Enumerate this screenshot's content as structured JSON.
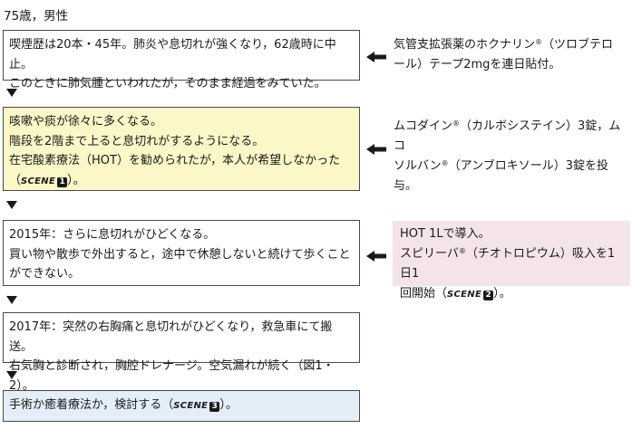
{
  "header": "75歳，男性",
  "boxes": [
    {
      "lines": [
        "喫煙歴は20本・45年。肺炎や息切れが強くなり，62歳時に中止。",
        "このときに肺気腫といわれたが，そのまま経過をみていた。"
      ]
    },
    {
      "lines": [
        "咳嗽や痰が徐々に多くなる。",
        "階段を2階まで上ると息切れがするようになる。",
        "在宅酸素療法（HOT）を勧められたが，本人が希望しなかった"
      ],
      "scene_open": "（",
      "scene_label": "SCENE",
      "scene_num": "1",
      "scene_close": "）。"
    },
    {
      "lines": [
        "2015年：さらに息切れがひどくなる。",
        "買い物や散歩で外出すると，途中で休憩しないと続けて歩くこと",
        "ができない。"
      ]
    },
    {
      "lines": [
        "2017年：突然の右胸痛と息切れがひどくなり，救急車にて搬送。",
        "右気胸と診断され，胸腔ドレナージ。空気漏れが続く（図1・2）。"
      ]
    },
    {
      "prefix": "手術か癒着療法か，検討する（",
      "scene_label": "SCENE",
      "scene_num": "3",
      "suffix": "）。"
    }
  ],
  "side": [
    {
      "line1_a": "気管支拡張薬のホクナリン",
      "reg": "®",
      "line1_b": "（ツロブテロ",
      "line2": "ール）テープ2mgを連日貼付。"
    },
    {
      "line1_a": "ムコダイン",
      "reg1": "®",
      "line1_b": "（カルボシステイン）3錠，ムコ",
      "line2_a": "ソルバン",
      "reg2": "®",
      "line2_b": "（アンブロキソール）3錠を投",
      "line3": "与。"
    },
    {
      "line1": "HOT 1Lで導入。",
      "line2_a": "スピリーバ",
      "reg": "®",
      "line2_b": "（チオトロピウム）吸入を1日1",
      "line3_a": "回開始（",
      "scene_label": "SCENE",
      "scene_num": "2",
      "line3_b": "）。"
    }
  ],
  "colors": {
    "yellow_box": "#fbf7c7",
    "pink_note": "#f4e4ea",
    "blue_box": "#e3eef8"
  }
}
